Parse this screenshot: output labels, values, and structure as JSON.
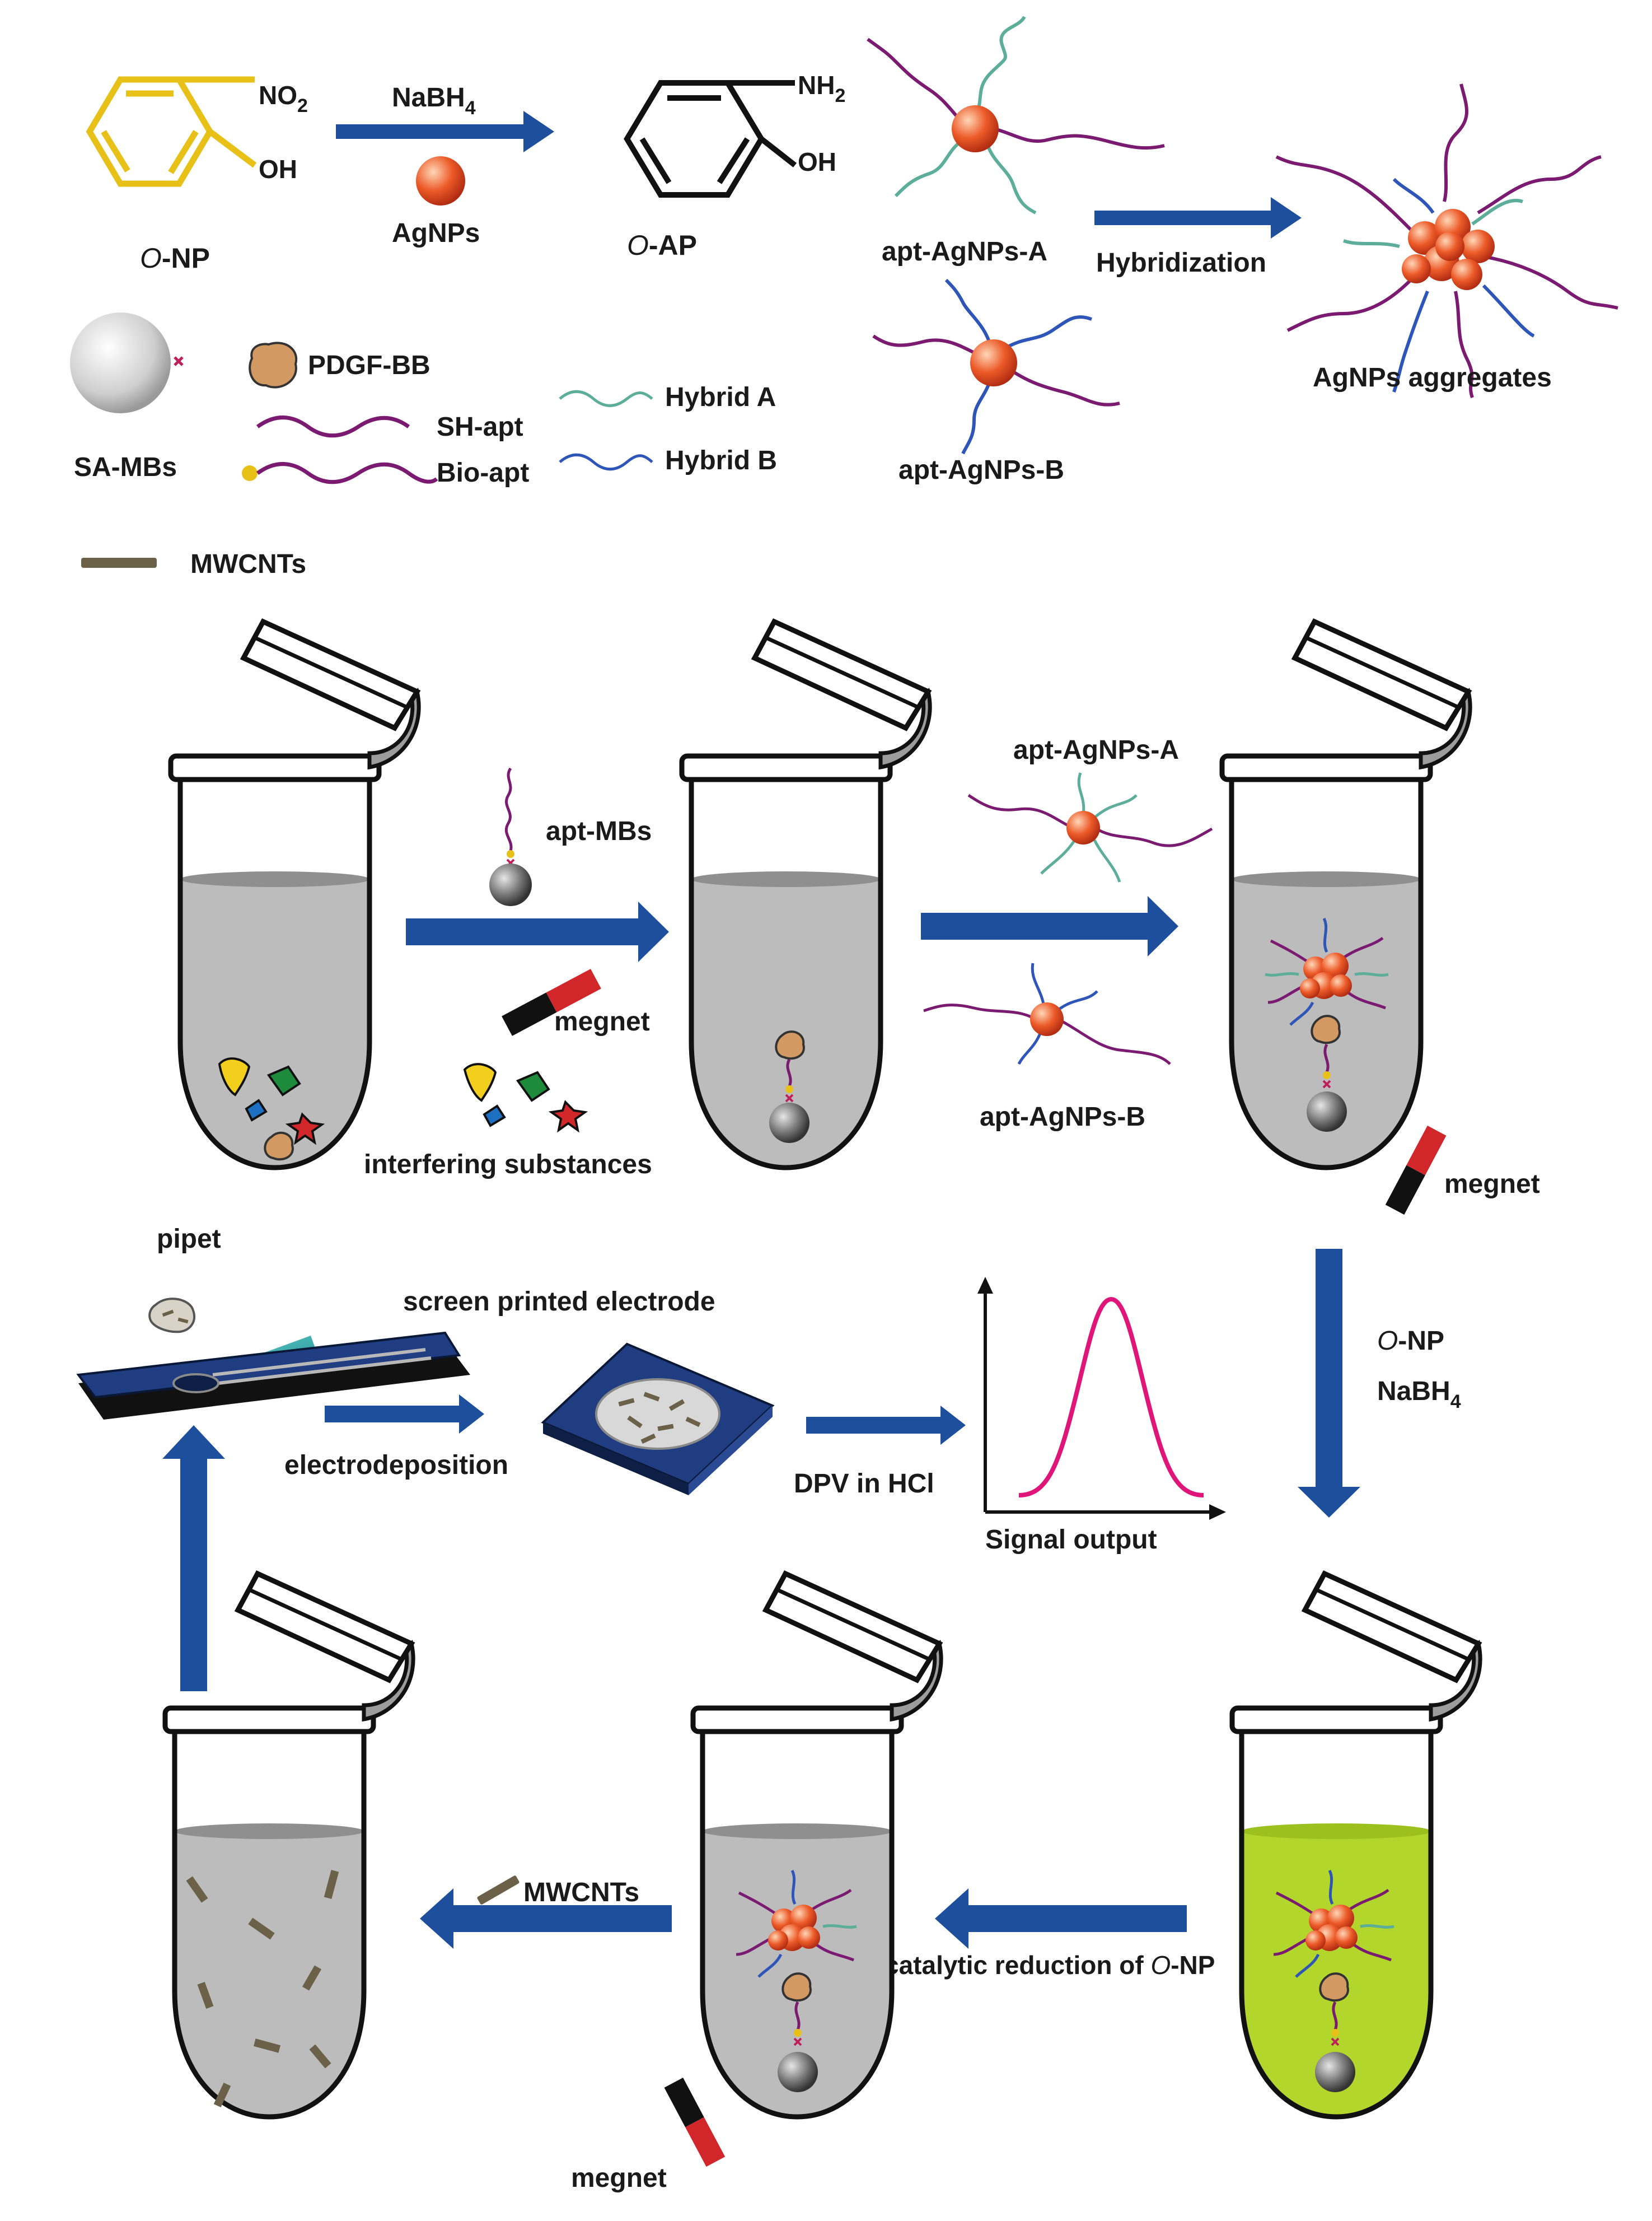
{
  "colors": {
    "arrow": "#1d4f9c",
    "silver": "#d7d7d7",
    "liquid_gray": "#bcbcbc",
    "liquid_green": "#b3d62c",
    "nitrophenol": "#e7c018",
    "particle": "#e85a2a",
    "aptamer": "#7a1a70",
    "hybrid_a": "#5cae9a",
    "hybrid_b": "#2e55b8",
    "magnet_red": "#d2272a",
    "peak": "#e0157a",
    "electrode": "#1f3d80",
    "nanotube": "#6b6048"
  },
  "reaction": {
    "onp_prefix": "O",
    "onp_suffix": "-NP",
    "oap_prefix": "O",
    "oap_suffix": "-AP",
    "no2": "NO",
    "no2_sub": "2",
    "oh": "OH",
    "nh2": "NH",
    "nh2_sub": "2",
    "reagent": "NaBH",
    "reagent_sub": "4",
    "catalyst": "AgNPs"
  },
  "legend": {
    "sa_mbs": "SA-MBs",
    "pdgf": "PDGF-BB",
    "sh_apt": "SH-apt",
    "bio_apt": "Bio-apt",
    "hybrid_a": "Hybrid A",
    "hybrid_b": "Hybrid B",
    "mwcnts": "MWCNTs"
  },
  "hybrid": {
    "apt_a": "apt-AgNPs-A",
    "apt_b": "apt-AgNPs-B",
    "step": "Hybridization",
    "result": "AgNPs aggregates"
  },
  "workflow": {
    "apt_mbs": "apt-MBs",
    "magnet": "megnet",
    "interfering": "interfering substances",
    "apt_a": "apt-AgNPs-A",
    "apt_b": "apt-AgNPs-B",
    "magnet2": "megnet",
    "onp_prefix": "O",
    "onp_suffix": "-NP",
    "reagent": "NaBH",
    "reagent_sub": "4",
    "catalytic_prefix": "catalytic reduction of ",
    "catalytic_o": "O",
    "catalytic_suffix": "-NP",
    "mwcnts": "MWCNTs",
    "magnet3": "megnet",
    "pipet": "pipet",
    "spe": "screen printed electrode",
    "electrodeposition": "electrodeposition",
    "dpv": "DPV in HCl",
    "signal": "Signal output"
  }
}
